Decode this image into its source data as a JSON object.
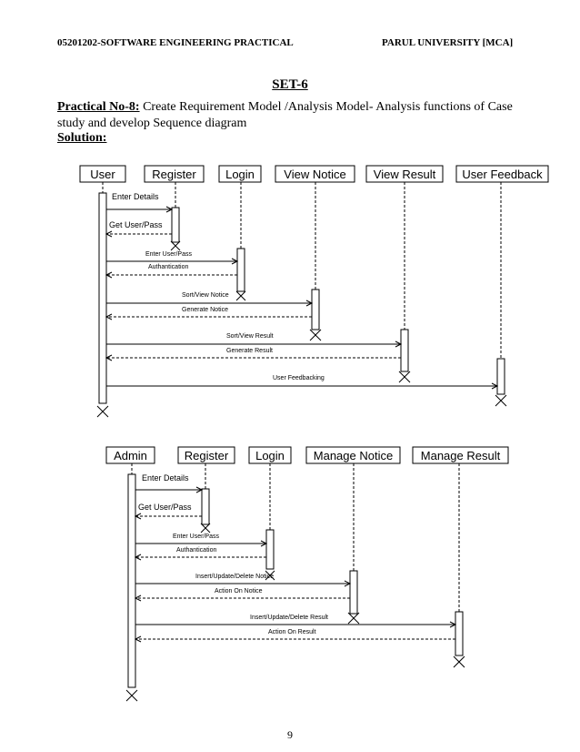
{
  "header": {
    "left": "05201202-SOFTWARE ENGINEERING PRACTICAL",
    "right": "PARUL UNIVERSITY [MCA]"
  },
  "set_title": "SET-6",
  "practical": {
    "label": "Practical No-8:",
    "text": " Create Requirement Model /Analysis Model- Analysis functions of Case study and develop Sequence diagram"
  },
  "solution_label": "Solution:",
  "diagram1": {
    "actors": [
      "User",
      "Register",
      "Login",
      "View Notice",
      "View Result",
      "User Feedback"
    ],
    "messages": [
      "Enter Details",
      "Get User/Pass",
      "Enter User/Pass",
      "Authantication",
      "Sort/View Notice",
      "Generate Notice",
      "Sort/View Result",
      "Generate Result",
      "User Feedbacking"
    ]
  },
  "diagram2": {
    "actors": [
      "Admin",
      "Register",
      "Login",
      "Manage Notice",
      "Manage Result"
    ],
    "messages": [
      "Enter Details",
      "Get User/Pass",
      "Enter User/Pass",
      "Authantication",
      "Insert/Update/Delete Notice",
      "Action On Notice",
      "Insert/Update/Delete Result",
      "Action On Result"
    ]
  },
  "page_number": "9"
}
